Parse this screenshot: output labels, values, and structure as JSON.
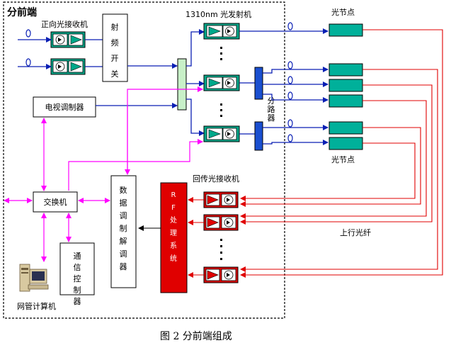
{
  "title": "分前端",
  "caption": "图 2 分前端组成",
  "labels": {
    "fwd_receiver": "正向光接收机",
    "tx_1310": "1310nm 光发射机",
    "optical_node_top": "光节点",
    "optical_node_bottom": "光节点",
    "splitter": "分路器",
    "tv_modulator": "电视调制器",
    "switch": "交换机",
    "data_modem": "数据调制解调器",
    "rf_system": "RF处理系统",
    "return_receiver": "回传光接收机",
    "upstream_fiber": "上行光纤",
    "comm_controller": "通信控制器",
    "nms_computer": "网管计算机",
    "rf_switch": "射频开关"
  },
  "colors": {
    "blue_line": "#0a1fb4",
    "magenta_line": "#ff00ff",
    "red_line": "#e00000",
    "teal_box": "#00a88a",
    "green_box": "#00b09a",
    "rf_red": "#e00000",
    "combiner": "#c8f0c8",
    "splitter_blue": "#1a4fd0"
  }
}
